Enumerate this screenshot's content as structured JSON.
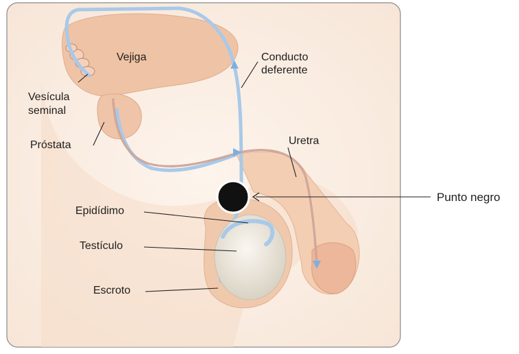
{
  "labels": {
    "vejiga": "Vejiga",
    "conducto_line1": "Conducto",
    "conducto_line2": "deferente",
    "vesicula_line1": "Vesícula",
    "vesicula_line2": "seminal",
    "prostata": "Próstata",
    "uretra": "Uretra",
    "epididimo": "Epidídimo",
    "testiculo": "Testículo",
    "escroto": "Escroto",
    "punto_negro": "Punto negro"
  },
  "colors": {
    "skin": "#f2d3bc",
    "skin_dark": "#e7b99a",
    "bladder": "#eebfa0",
    "duct": "#a9c9e8",
    "urethra": "#e09070",
    "marker": "#111111",
    "frame": "#8a8a8a"
  }
}
